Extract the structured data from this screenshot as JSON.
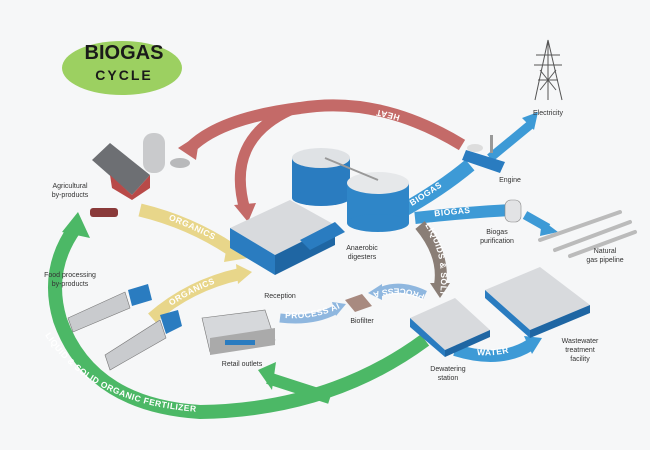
{
  "title": {
    "line1": "BIOGAS",
    "line2": "CYCLE"
  },
  "colors": {
    "heat": "#c46a68",
    "biogas": "#3d9ad6",
    "organics": "#e8d68a",
    "fertilizer": "#4cb866",
    "liquids": "#8a7e76",
    "process_air": "#8fb7df",
    "building": "#2a7cc0",
    "title_badge": "#9cd061"
  },
  "arrows": {
    "heat": "HEAT",
    "biogas_engine": "BIOGAS",
    "biogas_purification": "BIOGAS",
    "organics_agri": "ORGANICS",
    "organics_food": "ORGANICS",
    "liquids_solids": "LIQUIDS & SOLIDS",
    "process_air_1": "PROCESS AIR",
    "process_air_2": "PROCESS AIR",
    "water": "WATER",
    "fertilizer": "LIQUID & SOLID ORGANIC FERTILIZER"
  },
  "labels": {
    "agricultural": [
      "Agricultural",
      "by-products"
    ],
    "food": [
      "Food processing",
      "by-products"
    ],
    "reception": "Reception",
    "digesters": [
      "Anaerobic",
      "digesters"
    ],
    "engine": "Engine",
    "electricity": "Electricity",
    "purification": [
      "Biogas",
      "purification"
    ],
    "pipeline": [
      "Natural",
      "gas pipeline"
    ],
    "biofilter": "Biofilter",
    "retail": "Retail outlets",
    "dewatering": [
      "Dewatering",
      "station"
    ],
    "wastewater": [
      "Wastewater",
      "treatment",
      "facility"
    ]
  }
}
